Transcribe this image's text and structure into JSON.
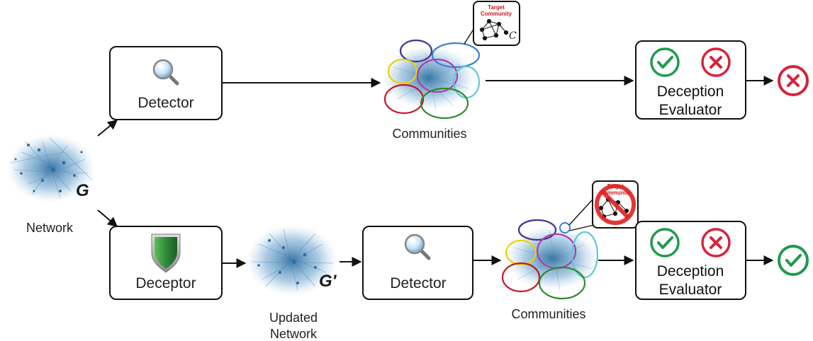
{
  "input": {
    "graph_symbol": "G",
    "caption": "Network"
  },
  "top_row": {
    "detector_label": "Detector",
    "communities_caption": "Communities",
    "target_community_label_line1": "Target",
    "target_community_label_line2": "Community",
    "target_community_symbol": "C",
    "evaluator_label_line1": "Deception",
    "evaluator_label_line2": "Evaluator",
    "result": "fail"
  },
  "bottom_row": {
    "deceptor_label": "Deceptor",
    "updated_graph_symbol": "G'",
    "updated_caption_line1": "Updated",
    "updated_caption_line2": "Network",
    "detector_label": "Detector",
    "communities_caption": "Communities",
    "target_community_label_line1": "Target",
    "target_community_label_line2": "Community",
    "evaluator_label_line1": "Deception",
    "evaluator_label_line2": "Evaluator",
    "result": "success"
  },
  "colors": {
    "network_blue": "#4a86b8",
    "check_green": "#1f9a4c",
    "cross_red": "#d6233a",
    "shield_green": "#2e8b3a",
    "community_purple": "#4b2f8f",
    "community_blue": "#3a7fd0",
    "community_yellow": "#e8d40a",
    "community_magenta": "#b03bb0",
    "community_cyan": "#5ec8d8",
    "community_red": "#c8142a",
    "community_green": "#2d8a2d"
  },
  "icons": [
    "magnifier-icon",
    "shield-icon",
    "check-icon",
    "cross-icon",
    "no-entry-icon"
  ]
}
